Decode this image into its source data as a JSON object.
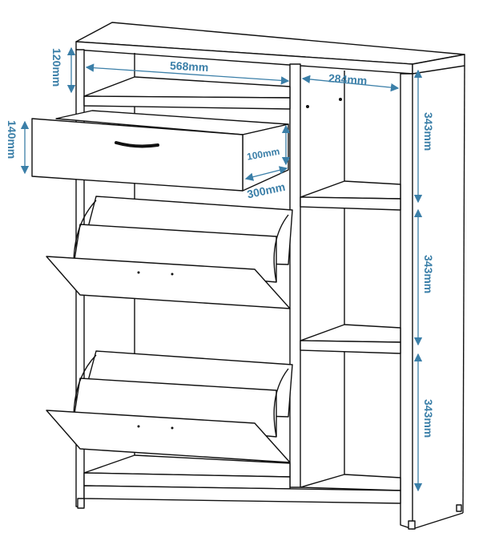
{
  "title": "Shoe cabinet dimensions diagram",
  "accent_color": "#3b7fa8",
  "dimensions": {
    "width_left": "568mm",
    "width_right": "284mm",
    "top_gap": "120mm",
    "drawer_front": "140mm",
    "drawer_height": "100mm",
    "drawer_depth": "300mm",
    "shelf_1": "343mm",
    "shelf_2": "343mm",
    "shelf_3": "343mm"
  }
}
